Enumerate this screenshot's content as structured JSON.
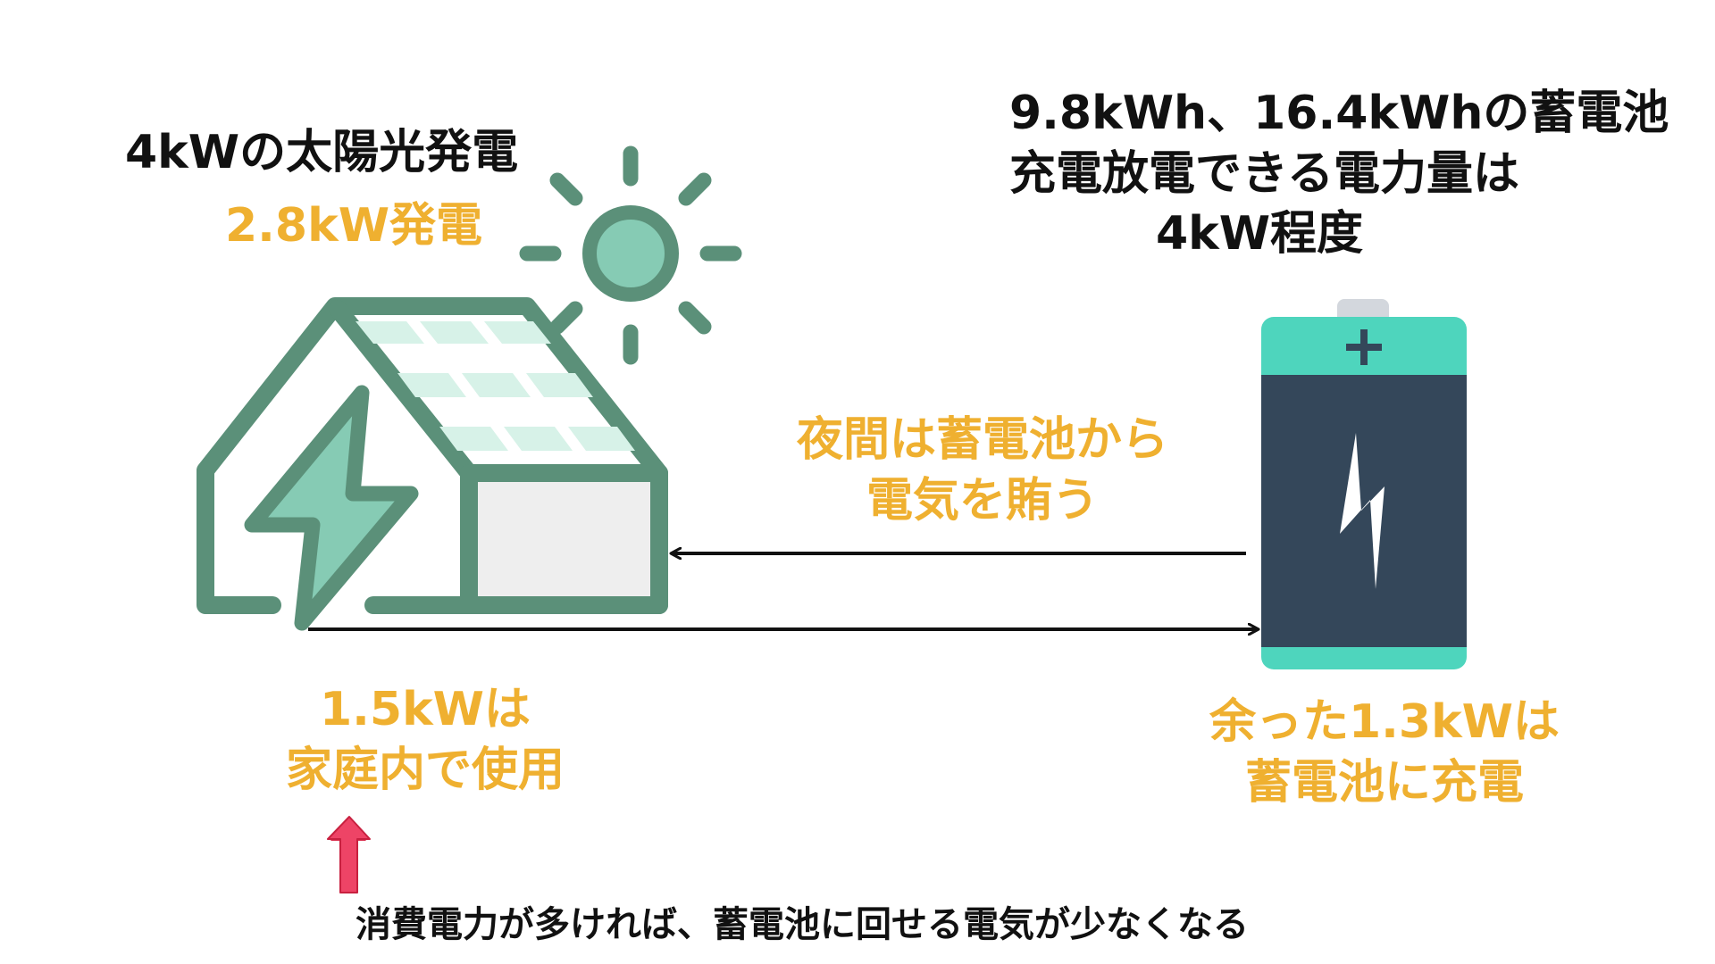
{
  "solar": {
    "title": "4kWの太陽光発電",
    "generation": "2.8kW発電"
  },
  "battery_info": {
    "line1": "9.8kWh、16.4kWhの蓄電池",
    "line2": "充電放電できる電力量は",
    "line3": "4kW程度"
  },
  "night_flow": {
    "line1": "夜間は蓄電池から",
    "line2": "電気を賄う"
  },
  "home_usage": {
    "line1": "1.5kWは",
    "line2": "家庭内で使用"
  },
  "surplus": {
    "line1": "余った1.3kWは",
    "line2": "蓄電池に充電"
  },
  "note": "消費電力が多ければ、蓄電池に回せる電気が少なくなる",
  "icons": {
    "house": "solar-house-icon",
    "sun": "sun-icon",
    "battery": "battery-icon",
    "up_arrow": "red-up-arrow-icon"
  },
  "colors": {
    "accent_orange": "#efb030",
    "house_green": "#5b9079",
    "panel_light": "#d7f2e8",
    "sun_fill": "#86cbb4",
    "battery_body": "#34475a",
    "battery_cap": "#4ed5bd",
    "arrow_red": "#ee4466"
  }
}
